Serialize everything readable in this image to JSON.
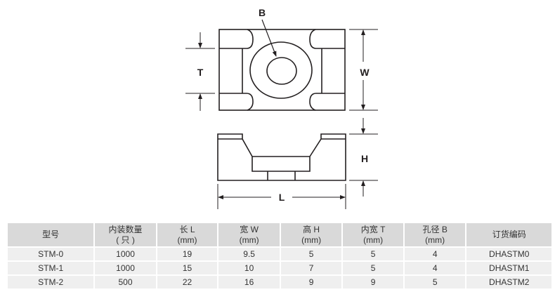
{
  "drawing": {
    "labels": {
      "B": "B",
      "T": "T",
      "W": "W",
      "H": "H",
      "L": "L"
    },
    "line_color": "#231f20"
  },
  "table": {
    "headers": [
      {
        "line1": "型号",
        "line2": ""
      },
      {
        "line1": "内装数量",
        "line2": "( 只 )"
      },
      {
        "line1": "长 L",
        "line2": "(mm)"
      },
      {
        "line1": "宽 W",
        "line2": "(mm)"
      },
      {
        "line1": "高 H",
        "line2": "(mm)"
      },
      {
        "line1": "内宽 T",
        "line2": "(mm)"
      },
      {
        "line1": "孔径 B",
        "line2": "(mm)"
      },
      {
        "line1": "订货编码",
        "line2": ""
      }
    ],
    "rows": [
      [
        "STM-0",
        "1000",
        "19",
        "9.5",
        "5",
        "5",
        "4",
        "DHASTM0"
      ],
      [
        "STM-1",
        "1000",
        "15",
        "10",
        "7",
        "5",
        "4",
        "DHASTM1"
      ],
      [
        "STM-2",
        "500",
        "22",
        "16",
        "9",
        "9",
        "5",
        "DHASTM2"
      ]
    ],
    "header_bg": "#d9d9d9",
    "row_bg": "#efefef"
  }
}
